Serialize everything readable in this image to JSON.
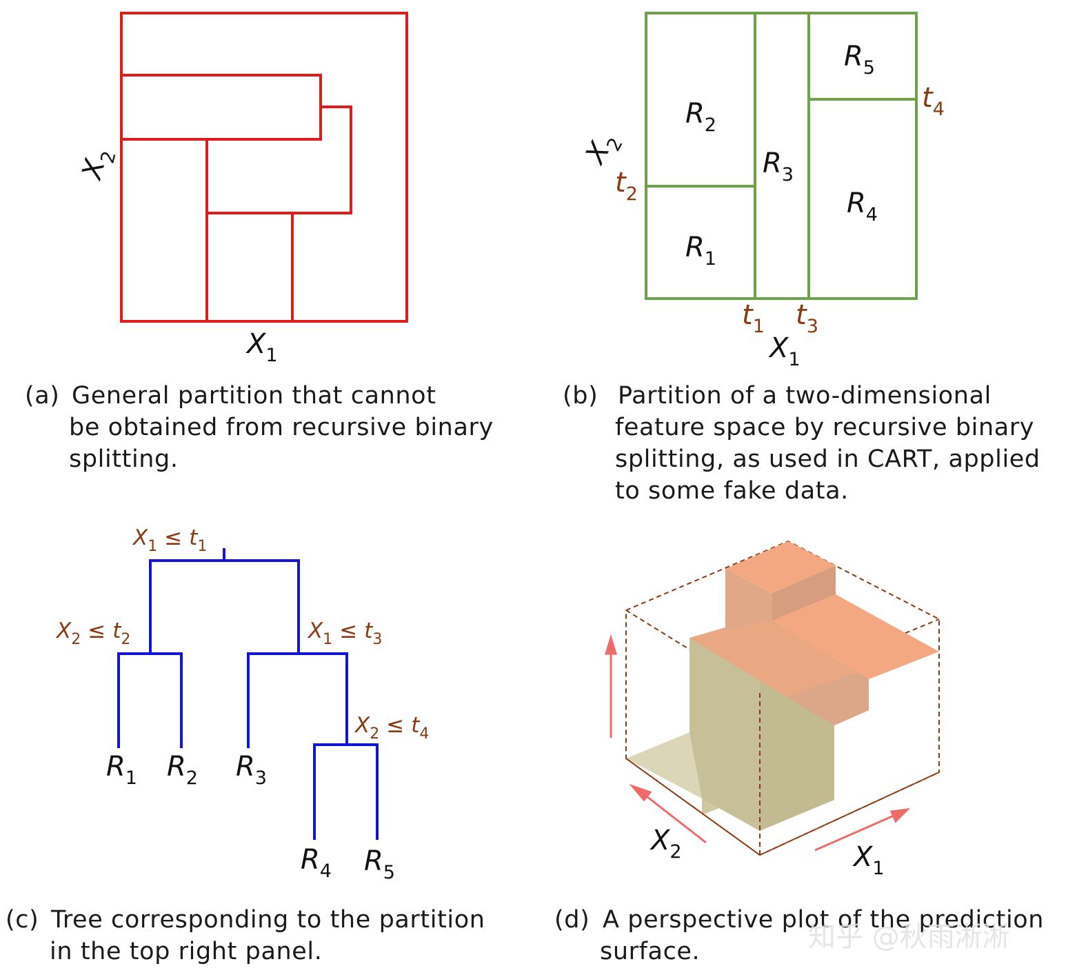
{
  "panel_a": {
    "x_axis": {
      "main": "X",
      "sub": "1"
    },
    "y_axis": {
      "main": "X",
      "sub": "2"
    },
    "caption": {
      "tag": "(a)",
      "lines": [
        "General partition that cannot",
        "be obtained from recursive binary",
        "splitting."
      ]
    },
    "color": "#e01b1b"
  },
  "panel_b": {
    "x_axis": {
      "main": "X",
      "sub": "1"
    },
    "y_axis": {
      "main": "X",
      "sub": "2"
    },
    "regions": [
      {
        "main": "R",
        "sub": "1"
      },
      {
        "main": "R",
        "sub": "2"
      },
      {
        "main": "R",
        "sub": "3"
      },
      {
        "main": "R",
        "sub": "4"
      },
      {
        "main": "R",
        "sub": "5"
      }
    ],
    "thresholds": [
      {
        "main": "t",
        "sub": "1"
      },
      {
        "main": "t",
        "sub": "2"
      },
      {
        "main": "t",
        "sub": "3"
      },
      {
        "main": "t",
        "sub": "4"
      }
    ],
    "caption": {
      "tag": "(b)",
      "lines": [
        "Partition of a two-dimensional",
        "feature space by recursive binary",
        "splitting, as used in CART, applied",
        "to some fake data."
      ]
    },
    "color": "#6ea24a"
  },
  "panel_c": {
    "conditions": [
      {
        "v": "X",
        "vs": "1",
        "op": "≤",
        "t": "t",
        "ts": "1"
      },
      {
        "v": "X",
        "vs": "2",
        "op": "≤",
        "t": "t",
        "ts": "2"
      },
      {
        "v": "X",
        "vs": "1",
        "op": "≤",
        "t": "t",
        "ts": "3"
      },
      {
        "v": "X",
        "vs": "2",
        "op": "≤",
        "t": "t",
        "ts": "4"
      }
    ],
    "leaves": [
      {
        "main": "R",
        "sub": "1"
      },
      {
        "main": "R",
        "sub": "2"
      },
      {
        "main": "R",
        "sub": "3"
      },
      {
        "main": "R",
        "sub": "4"
      },
      {
        "main": "R",
        "sub": "5"
      }
    ],
    "caption": {
      "tag": "(c)",
      "lines": [
        "Tree corresponding to the partition",
        "in the top right panel."
      ]
    },
    "color": "#1414d8"
  },
  "panel_d": {
    "x_axis": {
      "main": "X",
      "sub": "1"
    },
    "y_axis": {
      "main": "X",
      "sub": "2"
    },
    "caption": {
      "tag": "(d)",
      "lines": [
        "A perspective plot of the prediction",
        "surface."
      ]
    }
  },
  "watermark": "知乎 @秋雨淅淅"
}
